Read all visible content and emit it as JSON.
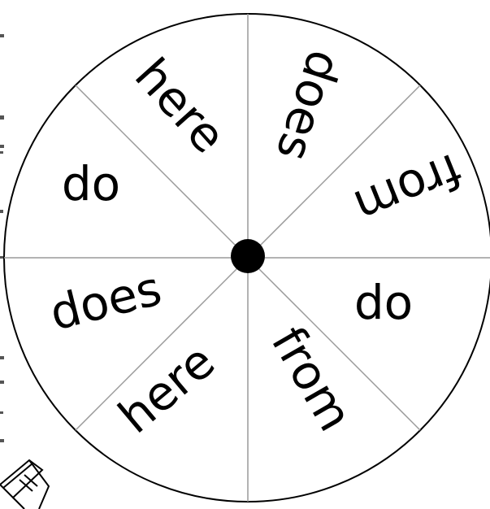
{
  "spinner": {
    "segments": [
      {
        "word": "here"
      },
      {
        "word": "does"
      },
      {
        "word": "from"
      },
      {
        "word": "do"
      },
      {
        "word": "from"
      },
      {
        "word": "here"
      },
      {
        "word": "does"
      },
      {
        "word": "do"
      }
    ]
  },
  "colors": {
    "outline": "#000000",
    "divider": "#9a9a9a",
    "hub": "#000000",
    "background": "#ffffff"
  }
}
